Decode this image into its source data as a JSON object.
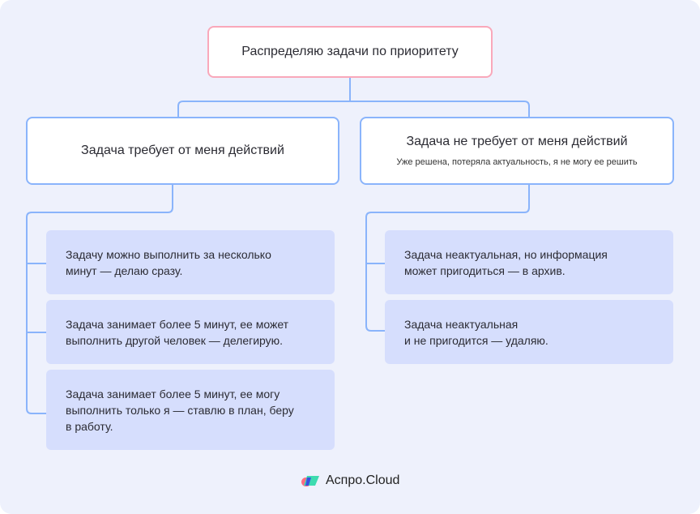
{
  "root": "Распределяю задачи по приоритету",
  "left": {
    "title": "Задача требует от меня действий",
    "items": [
      "Задачу можно выполнить за несколько\nминут — делаю сразу.",
      "Задача занимает более 5 минут, ее может\nвыполнить другой человек — делегирую.",
      "Задача занимает более 5 минут, ее могу\nвыполнить только я — ставлю в план, беру\nв работу."
    ]
  },
  "right": {
    "title": "Задача не требует от меня действий",
    "subtitle": "Уже решена, потеряла актуальность, я не могу ее решить",
    "items": [
      "Задача неактуальная, но информация\nможет пригодиться — в архив.",
      " Задача неактуальная\nи не пригодится — удаляю."
    ]
  },
  "brand": "Аспро.Cloud",
  "colors": {
    "line": "#8ab4fb",
    "root_border": "#f9a8ba",
    "card": "#d6defd",
    "bg": "#eef1fc"
  }
}
